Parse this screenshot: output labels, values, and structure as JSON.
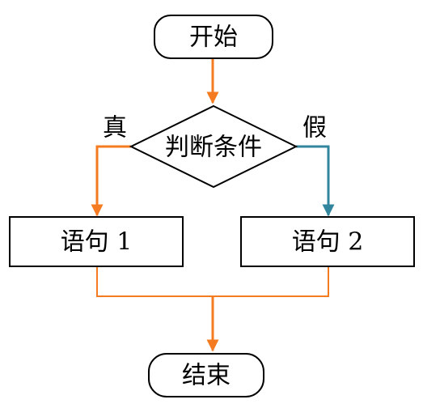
{
  "nodes": {
    "start": "开始",
    "condition": "判断条件",
    "statement_1": "语句 1",
    "statement_2": "语句 2",
    "end": "结束"
  },
  "branches": {
    "true_label": "真",
    "false_label": "假"
  },
  "colors": {
    "orange": "#F47B20",
    "teal": "#31859C",
    "stroke": "#000000"
  }
}
